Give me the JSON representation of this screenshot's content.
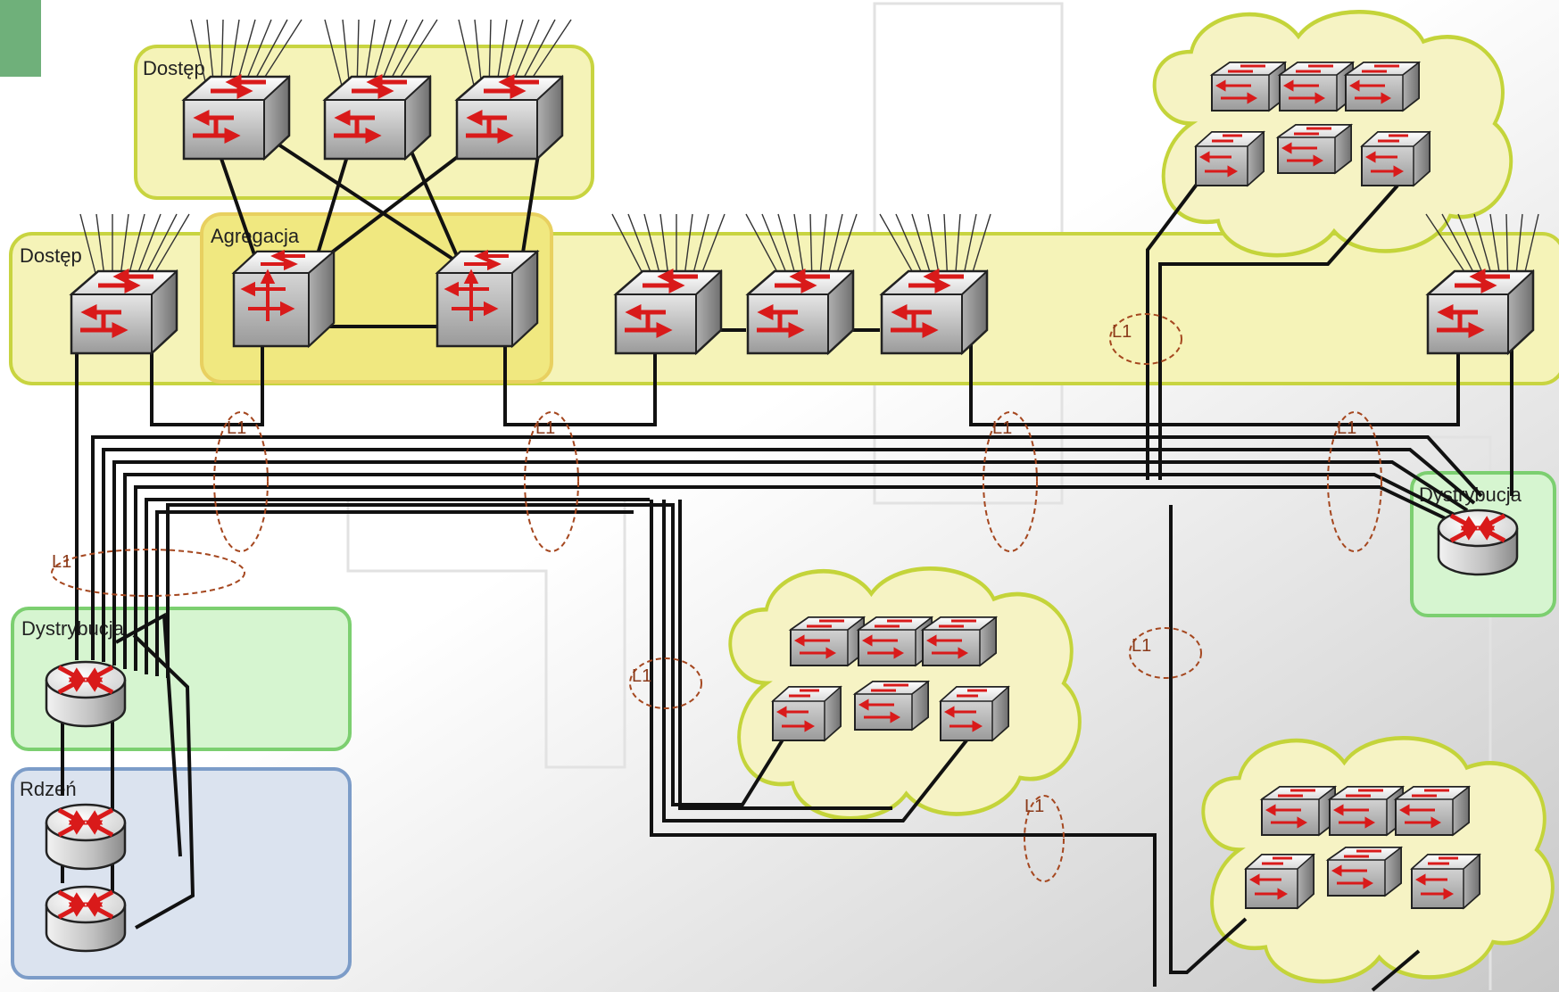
{
  "zones": {
    "access_top": "Dostęp",
    "access_mid": "Dostęp",
    "aggregation": "Agregacja",
    "distribution_left": "Dystrybucja",
    "distribution_right": "Dystrybucja",
    "core": "Rdzeń"
  },
  "link_label": "L1",
  "colors": {
    "access_fill": "#f5f3b8",
    "access_stroke": "#c8d440",
    "aggregation_fill": "#f0e880",
    "aggregation_stroke": "#e8d060",
    "distribution_fill": "#d6f5d0",
    "distribution_stroke": "#7ccf70",
    "core_fill": "#dbe3ef",
    "core_stroke": "#7c9cc8",
    "arrow": "#d91a1a",
    "cloud_fill": "#f6f3c4",
    "cloud_stroke": "#c4d43a",
    "corner_block": "#6fb07a"
  },
  "icons": {
    "switch": "network-switch-icon",
    "router": "router-icon",
    "cloud": "network-cloud-icon"
  }
}
